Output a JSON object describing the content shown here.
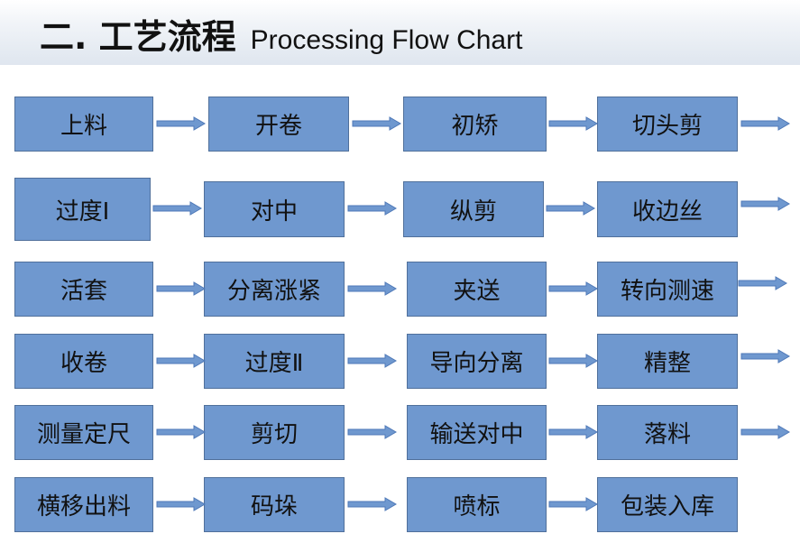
{
  "title": {
    "cn": "二. 工艺流程",
    "en": "Processing Flow Chart"
  },
  "steps": [
    [
      "上料",
      "开卷",
      "初矫",
      "切头剪"
    ],
    [
      "过度Ⅰ",
      "对中",
      "纵剪",
      "收边丝"
    ],
    [
      "活套",
      "分离涨紧",
      "夹送",
      "转向测速"
    ],
    [
      "收卷",
      "过度Ⅱ",
      "导向分离",
      "精整"
    ],
    [
      "测量定尺",
      "剪切",
      "输送对中",
      "落料"
    ],
    [
      "横移出料",
      "码垛",
      "喷标",
      "包装入库"
    ]
  ],
  "colors": {
    "box_fill": "#6f98cf",
    "box_border": "#50709b",
    "arrow_fill": "#6f98cf",
    "arrow_stroke": "#4f79b8"
  }
}
